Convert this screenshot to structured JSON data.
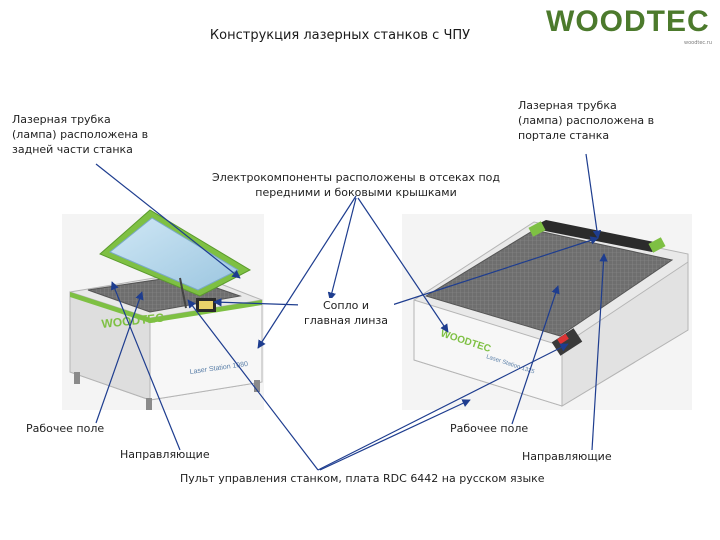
{
  "title": "Конструкция лазерных станков с ЧПУ",
  "logo": {
    "text": "WOODTEC",
    "tagline": "woodtec.ru"
  },
  "labels": {
    "tube_rear": [
      "Лазерная трубка",
      "(лампа) расположена в",
      "задней части станка"
    ],
    "tube_portal": [
      "Лазерная трубка",
      "(лампа) расположена в",
      "портале станка"
    ],
    "electro": [
      "Электрокомпоненты расположены в отсеках под",
      "передними и боковыми крышками"
    ],
    "nozzle": [
      "Сопло и",
      "главная линза"
    ],
    "work_left": "Рабочее поле",
    "work_right": "Рабочее поле",
    "guides_left": "Направляющие",
    "guides_right": "Направляющие",
    "control": "Пульт управления станком, плата RDC 6442 на русском языке"
  },
  "machine_left": {
    "brand": "WOODTEC",
    "model": "Laser Station 1080"
  },
  "machine_right": {
    "brand": "WOODTEC",
    "model": "Laser Station 1325"
  },
  "colors": {
    "accent": "#7ec043",
    "arrow": "#1e3d8f",
    "brand": "#4c7a2c"
  }
}
